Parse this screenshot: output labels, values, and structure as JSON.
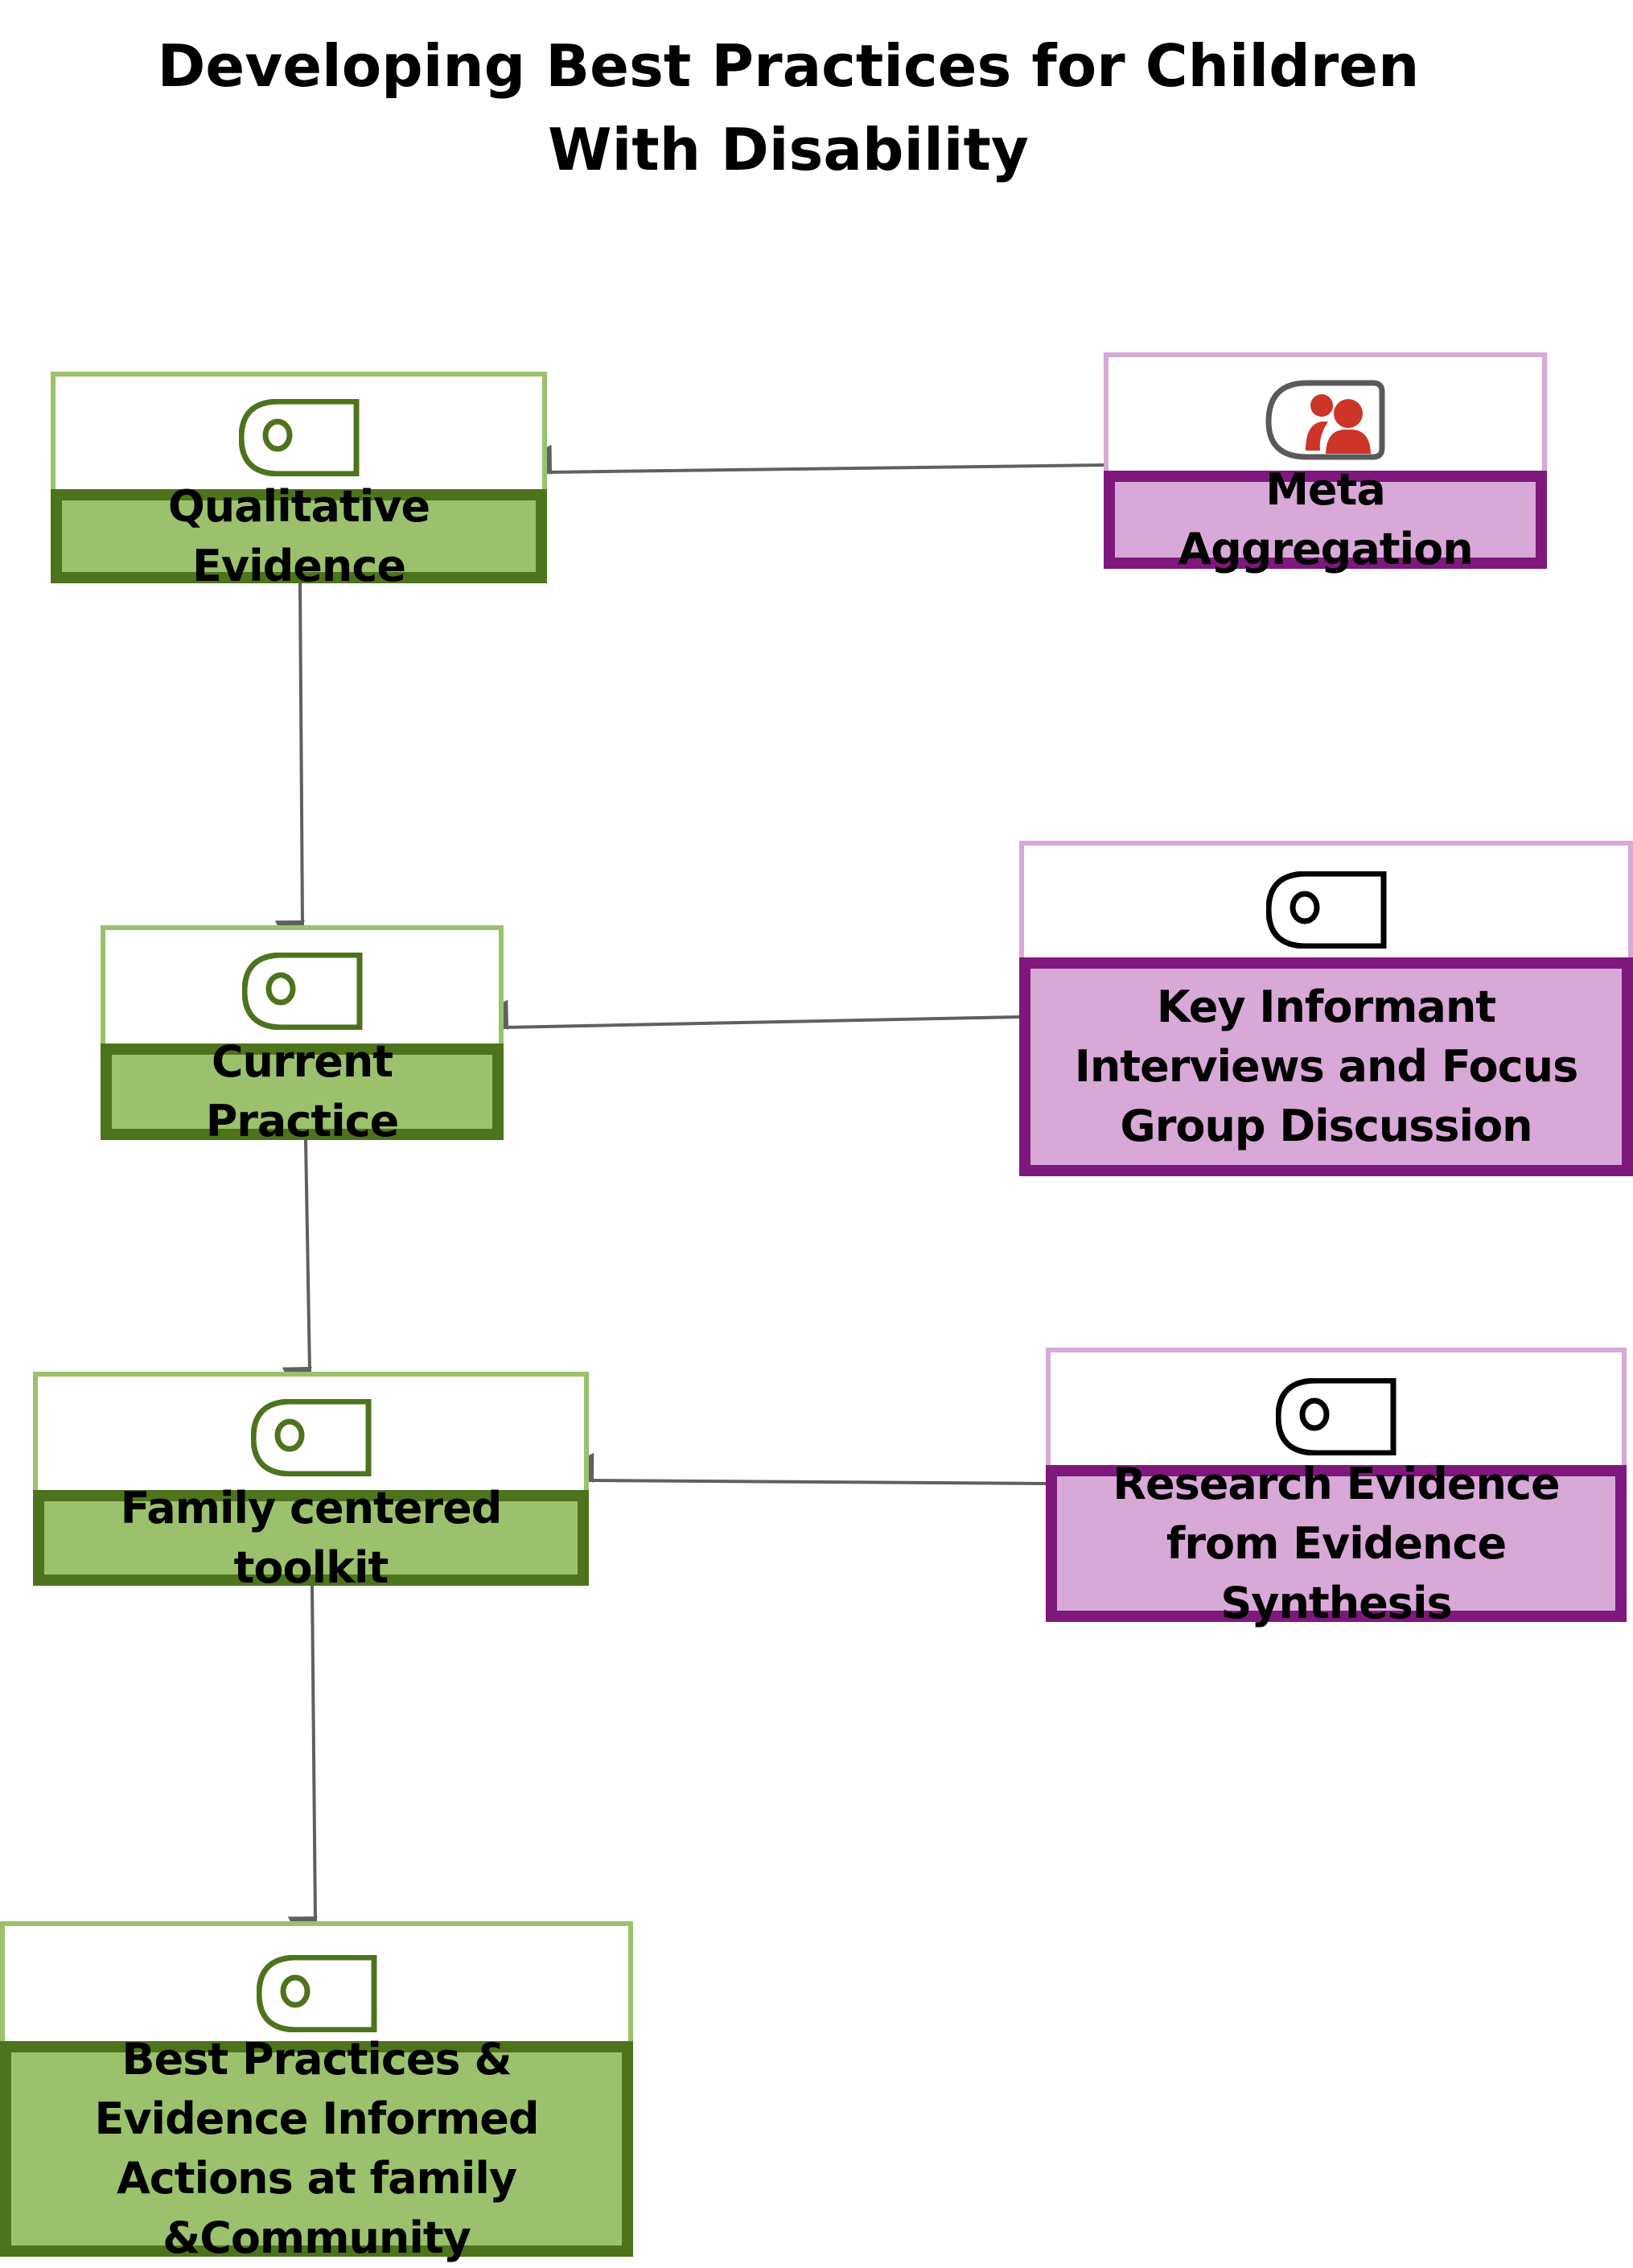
{
  "title": {
    "line1": "Developing Best  Practices for Children",
    "line2": "With Disability"
  },
  "colors": {
    "green_light": "#9bc16d",
    "green_dark": "#4d731c",
    "purple_light": "#d8a8d6",
    "purple_dark": "#7f187c",
    "edge": "#606060",
    "person_icon": "#cc3527"
  },
  "nodes": [
    {
      "id": "qualitative",
      "label": "Qualitative Evidence",
      "theme": "green",
      "icon": "tag-icon"
    },
    {
      "id": "meta",
      "label": "Meta Aggregation",
      "theme": "purple",
      "icon": "group-tag-icon"
    },
    {
      "id": "current",
      "label": "Current Practice",
      "theme": "green",
      "icon": "tag-icon"
    },
    {
      "id": "kii",
      "label": "Key Informant Interviews and Focus Group Discussion",
      "theme": "purple",
      "icon": "tag-icon"
    },
    {
      "id": "toolkit",
      "label": "Family centered toolkit",
      "theme": "green",
      "icon": "tag-icon"
    },
    {
      "id": "research",
      "label": "Research Evidence from Evidence Synthesis",
      "theme": "purple",
      "icon": "tag-icon"
    },
    {
      "id": "best",
      "label": "Best Practices & Evidence Informed Actions at family &Community",
      "theme": "green",
      "icon": "tag-icon"
    }
  ],
  "edges": [
    {
      "from": "meta",
      "to": "qualitative"
    },
    {
      "from": "qualitative",
      "to": "current"
    },
    {
      "from": "kii",
      "to": "current"
    },
    {
      "from": "current",
      "to": "toolkit"
    },
    {
      "from": "research",
      "to": "toolkit"
    },
    {
      "from": "toolkit",
      "to": "best"
    }
  ]
}
